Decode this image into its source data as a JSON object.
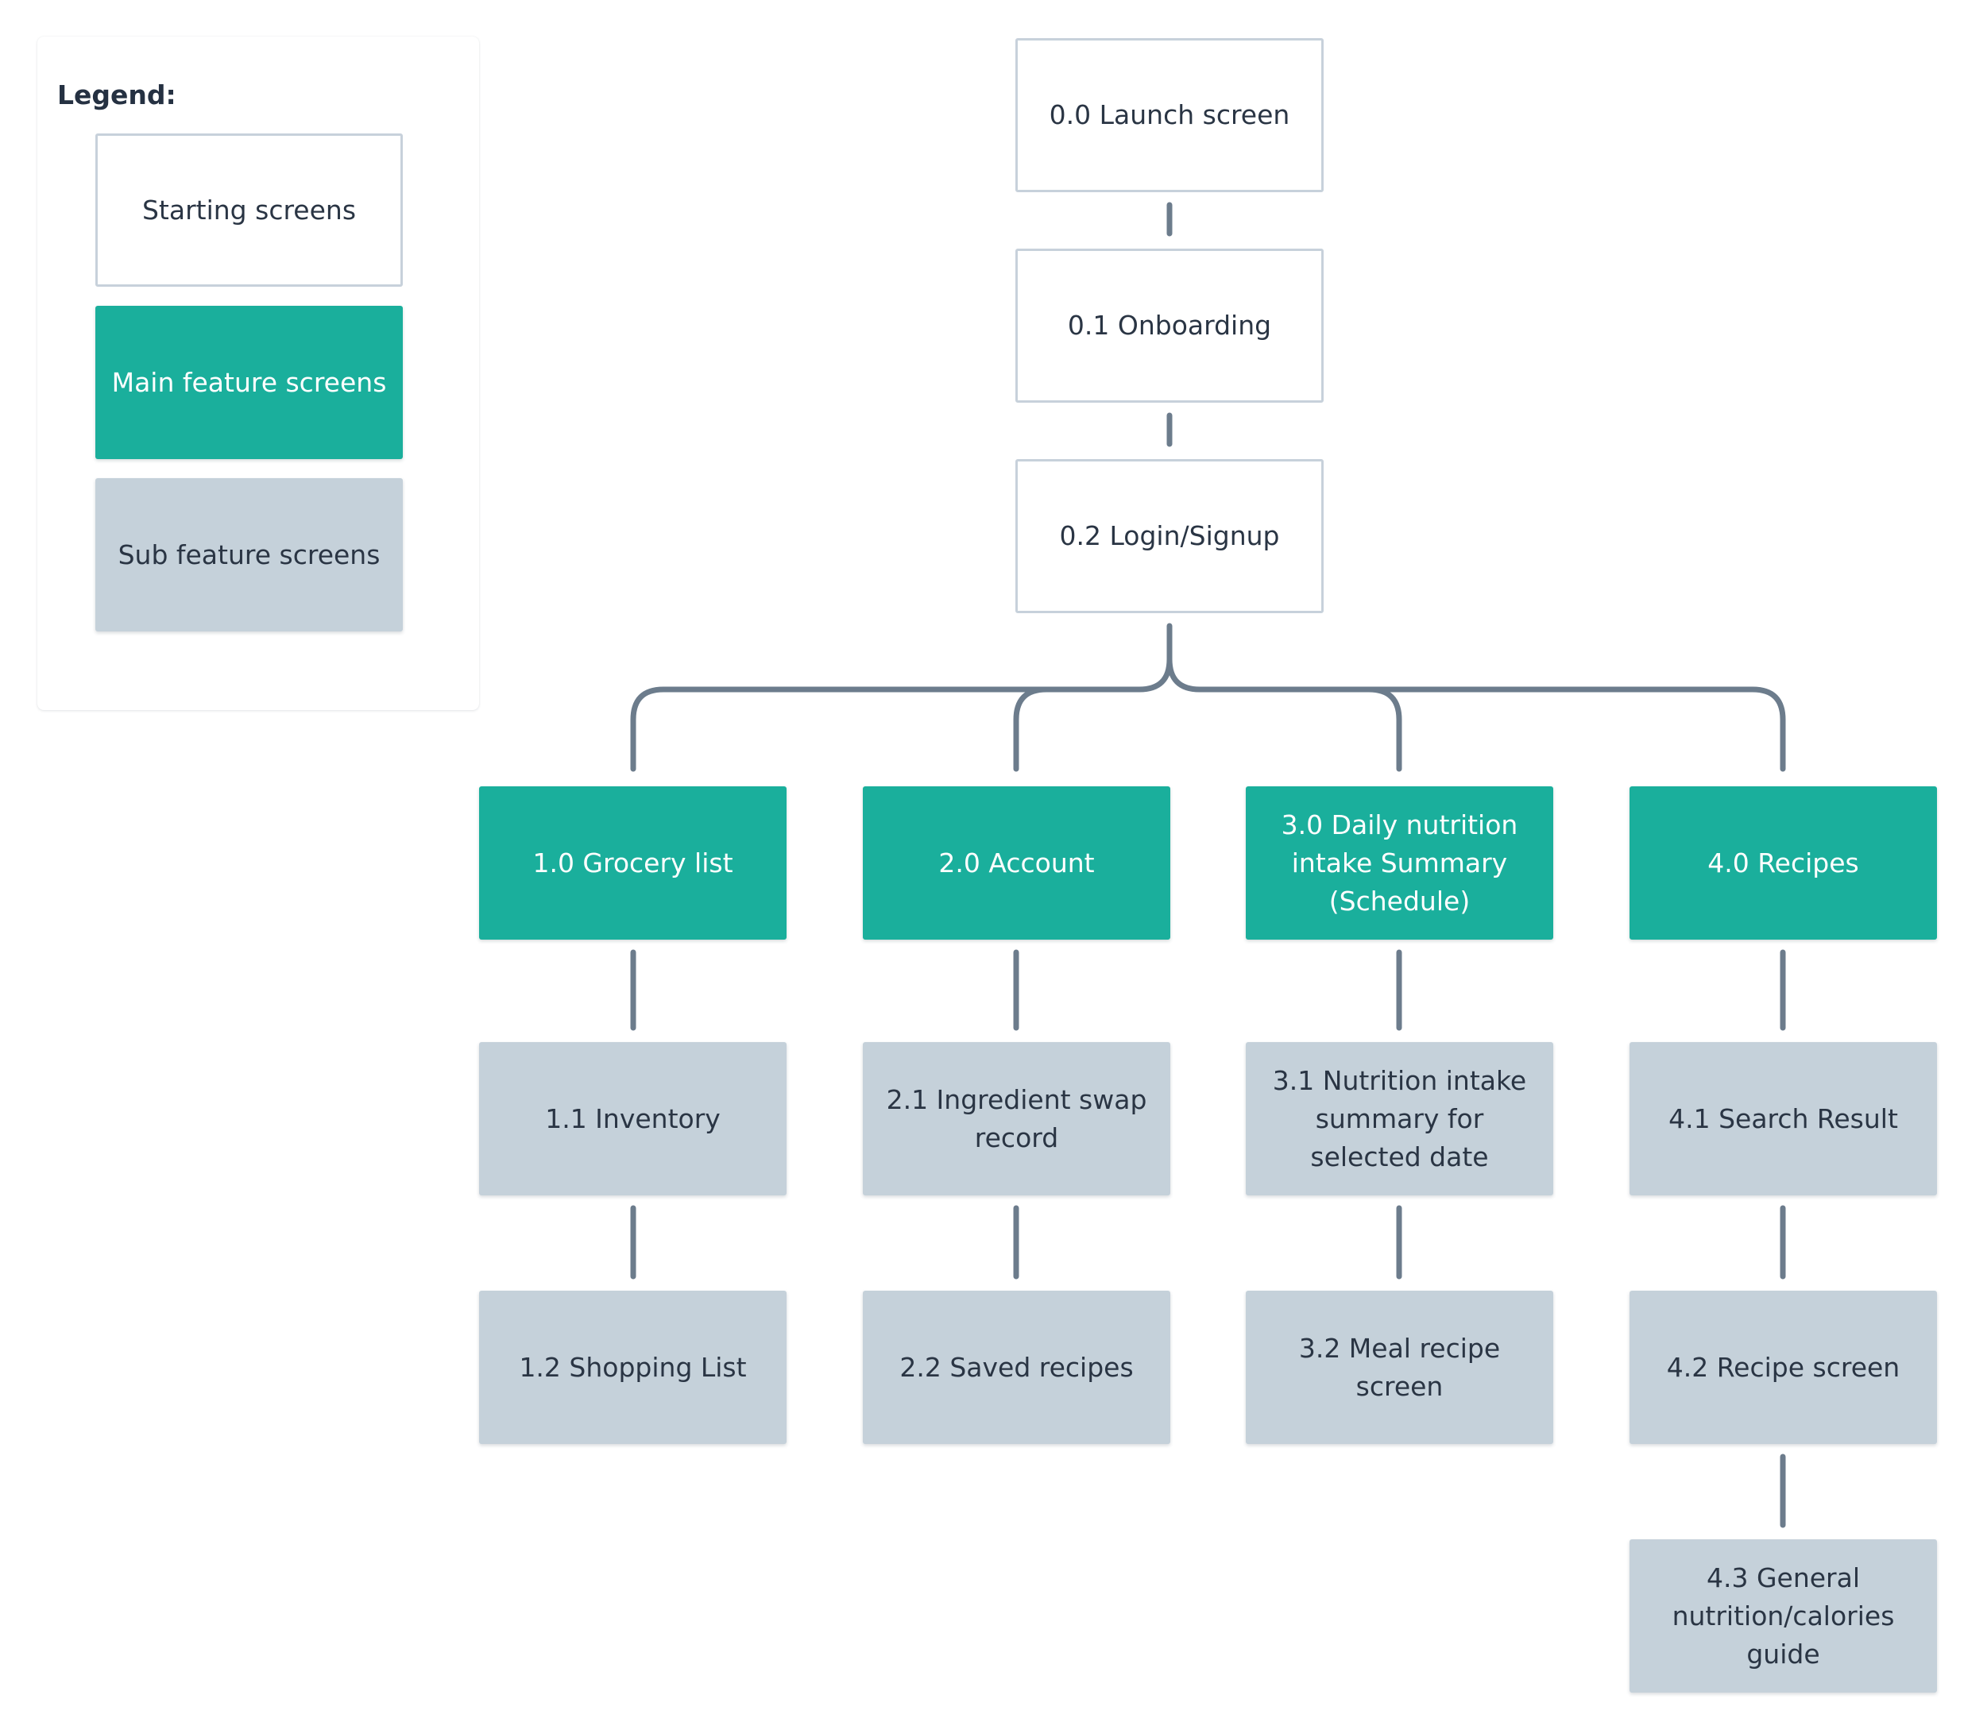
{
  "legend": {
    "title": "Legend:",
    "items": [
      {
        "label": "Starting screens",
        "kind": "starting"
      },
      {
        "label": "Main feature screens",
        "kind": "main"
      },
      {
        "label": "Sub feature screens",
        "kind": "sub"
      }
    ]
  },
  "colors": {
    "starting_fill": "#ffffff",
    "starting_border": "#c7d1db",
    "main_fill": "#1aaf9c",
    "sub_fill": "#c5d1da",
    "connector": "#6c7c8c",
    "text_dark": "#2a3544",
    "text_light": "#ffffff"
  },
  "flow": {
    "start": [
      {
        "id": "0.0",
        "label": "0.0 Launch screen"
      },
      {
        "id": "0.1",
        "label": "0.1 Onboarding"
      },
      {
        "id": "0.2",
        "label": "0.2 Login/Signup"
      }
    ],
    "features": [
      {
        "id": "1.0",
        "label": "1.0 Grocery  list",
        "children": [
          {
            "id": "1.1",
            "label": "1.1 Inventory"
          },
          {
            "id": "1.2",
            "label": "1.2 Shopping List"
          }
        ]
      },
      {
        "id": "2.0",
        "label": "2.0 Account",
        "children": [
          {
            "id": "2.1",
            "label": "2.1 Ingredient swap\nrecord"
          },
          {
            "id": "2.2",
            "label": "2.2 Saved recipes"
          }
        ]
      },
      {
        "id": "3.0",
        "label": "3.0 Daily nutrition\nintake Summary\n(Schedule)",
        "children": [
          {
            "id": "3.1",
            "label": "3.1 Nutrition intake\nsummary for\nselected date"
          },
          {
            "id": "3.2",
            "label": "3.2 Meal recipe\nscreen"
          }
        ]
      },
      {
        "id": "4.0",
        "label": "4.0 Recipes",
        "children": [
          {
            "id": "4.1",
            "label": "4.1 Search Result"
          },
          {
            "id": "4.2",
            "label": "4.2 Recipe screen"
          },
          {
            "id": "4.3",
            "label": "4.3 General\nnutrition/calories\nguide"
          }
        ]
      }
    ]
  }
}
